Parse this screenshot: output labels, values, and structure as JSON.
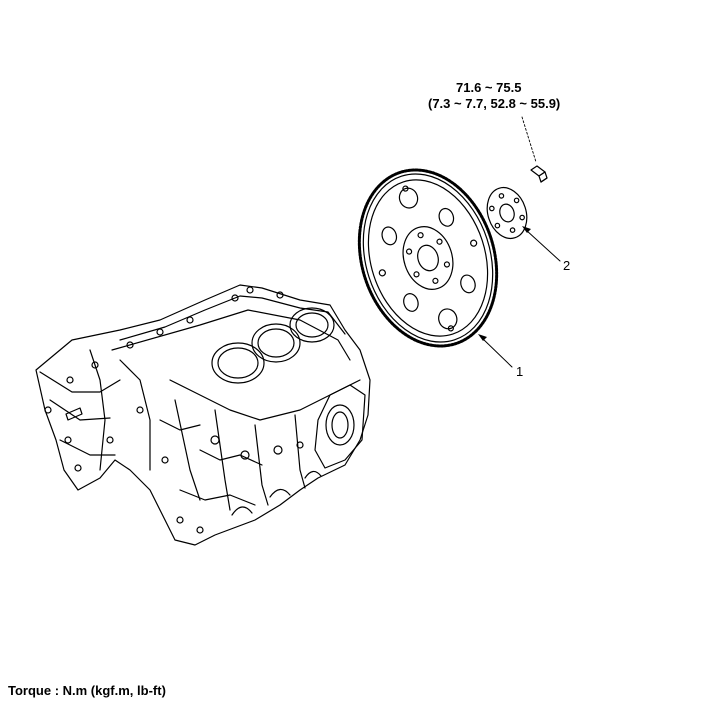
{
  "torque_spec": {
    "line1": "71.6 ~ 75.5",
    "line2": "(7.3 ~ 7.7, 52.8 ~ 55.9)"
  },
  "callouts": [
    {
      "number": "1"
    },
    {
      "number": "2"
    }
  ],
  "legend": "Torque : N.m (kgf.m, lb-ft)"
}
